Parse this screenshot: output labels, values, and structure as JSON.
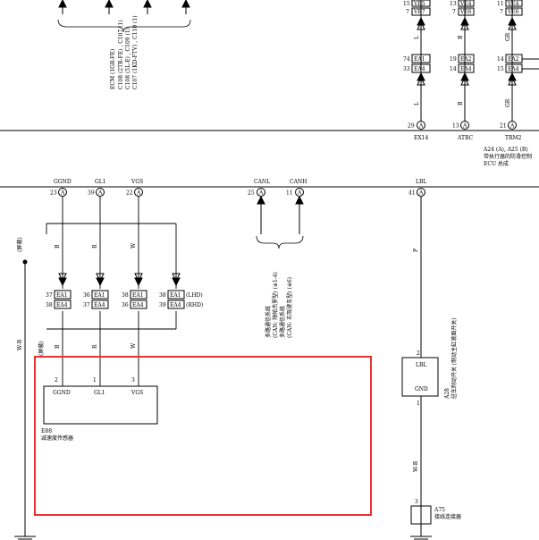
{
  "pins_top": {
    "ex14": {
      "num": "29",
      "mark": "A",
      "label": "EX14"
    },
    "atrc": {
      "num": "13",
      "mark": "A",
      "label": "ATRC"
    },
    "trm2": {
      "num": "21",
      "mark": "A",
      "label": "TRM2"
    }
  },
  "conn_top": {
    "col1": [
      "VE5",
      "VE7",
      "EA1",
      "EA4"
    ],
    "col1_pins": [
      "15",
      "7",
      "74",
      "33"
    ],
    "col2": [
      "VE4",
      "VE6",
      "EA2",
      "EA4"
    ],
    "col2_pins_left": [
      "13",
      "7",
      "19",
      "14"
    ],
    "col3": [
      "VE4",
      "VE6",
      "EA2",
      "EA4"
    ],
    "col3_pins_left": [
      "11",
      "7",
      "14",
      "15"
    ]
  },
  "top_wire_letters": [
    "L",
    "B",
    "GR",
    "L",
    "B",
    "GR"
  ],
  "top_ecu_note": {
    "line1": "A24 (A), A25 (B)",
    "line2": "带执行器的防滑控制",
    "line3": "ECU 总成"
  },
  "ecm_note": {
    "line1": "ECM (1GR-FE)",
    "line2": "C108 (2TR-FE) ,  C107 (1)",
    "line3": "C108 (5L-E) ,  C109 (1)",
    "line4": "C107 (1KD-FTV) ,  C110 (1)"
  },
  "pins_mid": {
    "ggnd": {
      "num": "23",
      "mark": "A",
      "label": "GGND"
    },
    "gl1": {
      "num": "39",
      "mark": "A",
      "label": "GL1"
    },
    "vgs": {
      "num": "22",
      "mark": "A",
      "label": "VGS"
    },
    "canl": {
      "num": "25",
      "mark": "A",
      "label": "CANL"
    },
    "canh": {
      "num": "11",
      "mark": "A",
      "label": "CANH"
    },
    "lbl": {
      "num": "41",
      "mark": "A",
      "label": "LBL"
    }
  },
  "mid_conn": {
    "ea1": "EA1",
    "ea4": "EA4",
    "row1_pins": [
      "37",
      "36",
      "38",
      "38"
    ],
    "row2_pins": [
      "38",
      "37",
      "36",
      "39"
    ],
    "lhd": "(LHD)",
    "rhd": "(RHD)"
  },
  "mid_wire_letters": [
    "B",
    "R",
    "W",
    "B",
    "R",
    "W"
  ],
  "shield_labels": [
    "(屏蔽)",
    "(屏蔽)"
  ],
  "wb_labels": [
    "W-B",
    "W-B"
  ],
  "p_letter": "P",
  "can_note": {
    "line1": "多路通信系统",
    "line2": "(CAN: 除帕杰罗型) (※1-4)",
    "line3": "多路通信系统",
    "line4": "(CAN: 右驾驶车型) (※6)"
  },
  "sensor": {
    "pins": [
      "2",
      "1",
      "3"
    ],
    "labels": [
      "GGND",
      "GL1",
      "VGS"
    ],
    "code": "E88",
    "name": "减速度传感器"
  },
  "switch": {
    "pin_top": "2",
    "pin_bottom": "1",
    "label_top": "LBL",
    "label_bottom": "GND",
    "code": "A28",
    "name": "驻车制动开关 (制动主缸液面开关)"
  },
  "junction": {
    "pin": "3",
    "code": "A75",
    "name": "接线连接器"
  },
  "highlight_color": "#e8332f"
}
